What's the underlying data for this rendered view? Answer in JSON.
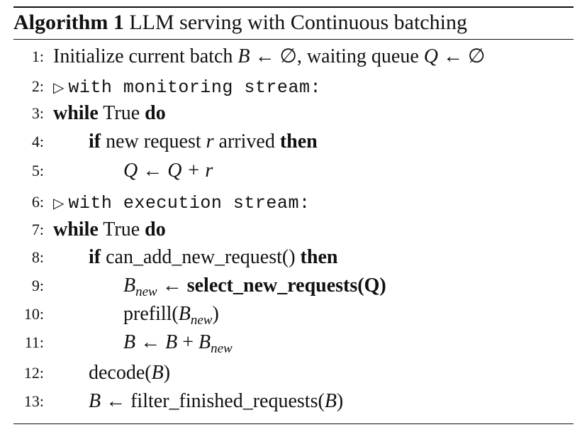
{
  "algorithm": {
    "label": "Algorithm 1",
    "title": "LLM serving with Continuous batching"
  },
  "lines": [
    {
      "n": "1:"
    },
    {
      "n": "2:"
    },
    {
      "n": "3:"
    },
    {
      "n": "4:"
    },
    {
      "n": "5:"
    },
    {
      "n": "6:"
    },
    {
      "n": "7:"
    },
    {
      "n": "8:"
    },
    {
      "n": "9:"
    },
    {
      "n": "10:"
    },
    {
      "n": "11:"
    },
    {
      "n": "12:"
    },
    {
      "n": "13:"
    }
  ],
  "text": {
    "l1_a": "Initialize current batch ",
    "l1_B": "B",
    "l1_b": " ← ∅, waiting queue ",
    "l1_Q": "Q",
    "l1_c": " ← ∅",
    "tri": "▷",
    "l2": "with monitoring stream:",
    "while": "while",
    "true": " True ",
    "do": "do",
    "if": "if",
    "l4_a": " new request ",
    "l4_r": "r",
    "l4_b": " arrived ",
    "then": "then",
    "l5": "Q ← Q + r",
    "l6": "with execution stream:",
    "l8_call": " can_add_new_request() ",
    "B": "B",
    "new": "new",
    "arrow": " ← ",
    "l9_call": "select_new_requests(Q)",
    "l10_a": "prefill(",
    "close": ")",
    "l11_a": " ← ",
    "l11_b": " + ",
    "l12_a": "decode(",
    "l13_a": " ← filter_finished_requests("
  }
}
